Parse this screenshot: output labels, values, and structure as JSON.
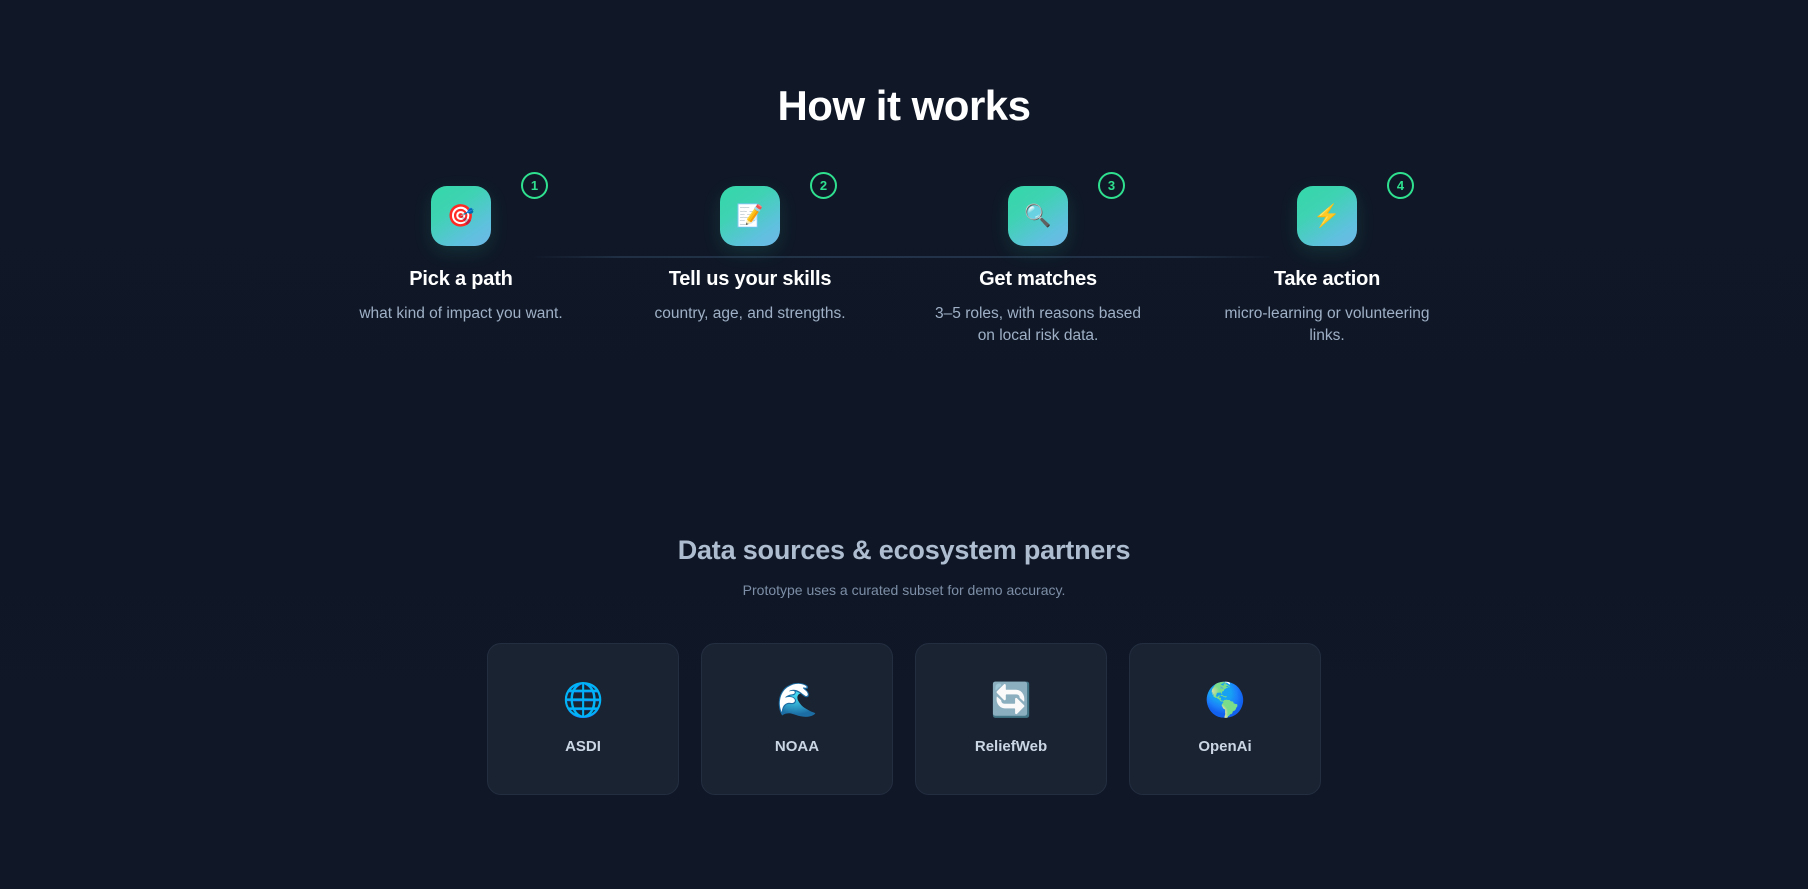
{
  "how_it_works": {
    "title": "How it works",
    "steps": [
      {
        "badge": "1",
        "icon": "🎯",
        "icon_name": "target-icon",
        "name": "Pick a path",
        "desc": "what kind of impact you want."
      },
      {
        "badge": "2",
        "icon": "📝",
        "icon_name": "memo-icon",
        "name": "Tell us your skills",
        "desc": "country, age, and strengths."
      },
      {
        "badge": "3",
        "icon": "🔍",
        "icon_name": "magnifying-glass-icon",
        "name": "Get matches",
        "desc": "3–5 roles, with reasons based on local risk data."
      },
      {
        "badge": "4",
        "icon": "⚡",
        "icon_name": "lightning-bolt-icon",
        "name": "Take action",
        "desc": "micro-learning or volunteering links."
      }
    ]
  },
  "data_sources": {
    "title": "Data sources & ecosystem partners",
    "subtitle": "Prototype uses a curated subset for demo accuracy.",
    "partners": [
      {
        "icon": "🌐",
        "icon_name": "globe-meridians-icon",
        "label": "ASDI"
      },
      {
        "icon": "🌊",
        "icon_name": "wave-icon",
        "label": "NOAA"
      },
      {
        "icon": "🔄",
        "icon_name": "refresh-icon",
        "label": "ReliefWeb"
      },
      {
        "icon": "🌎",
        "icon_name": "earth-americas-icon",
        "label": "OpenAi"
      }
    ]
  },
  "colors": {
    "background": "#101828",
    "accent_green": "#2fe08f",
    "tile_gradient_start": "#34d8a8",
    "tile_gradient_end": "#6fb8e8",
    "card_background": "#1a2332",
    "heading": "#ffffff",
    "muted_text": "#9fb0c6"
  }
}
